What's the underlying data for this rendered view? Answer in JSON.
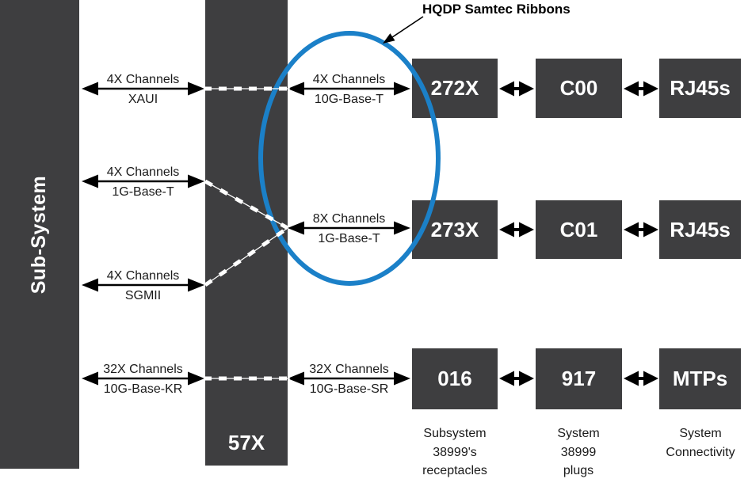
{
  "colors": {
    "panel_dark": "#3e3e40",
    "highlight_blue": "#1b80c8",
    "label_text": "#1a1a1a"
  },
  "bars": {
    "subsystem": "Sub-System",
    "switch": "57X"
  },
  "annotation": {
    "label": "HQDP Samtec Ribbons"
  },
  "left_links": [
    {
      "line1": "4X Channels",
      "line2": "XAUI"
    },
    {
      "line1": "4X Channels",
      "line2": "1G-Base-T"
    },
    {
      "line1": "4X Channels",
      "line2": "SGMII"
    },
    {
      "line1": "32X Channels",
      "line2": "10G-Base-KR"
    }
  ],
  "right_links": [
    {
      "line1": "4X Channels",
      "line2": "10G-Base-T"
    },
    {
      "line1": "8X Channels",
      "line2": "1G-Base-T"
    },
    {
      "line1": "32X Channels",
      "line2": "10G-Base-SR"
    }
  ],
  "rows": [
    {
      "receptacle": "272X",
      "plug": "C00",
      "connectivity": "RJ45s"
    },
    {
      "receptacle": "273X",
      "plug": "C01",
      "connectivity": "RJ45s"
    },
    {
      "receptacle": "016",
      "plug": "917",
      "connectivity": "MTPs"
    }
  ],
  "captions": {
    "receptacles": [
      "Subsystem",
      "38999's",
      "receptacles"
    ],
    "plugs": [
      "System",
      "38999",
      "plugs"
    ],
    "connectivity": [
      "System",
      "Connectivity"
    ]
  }
}
